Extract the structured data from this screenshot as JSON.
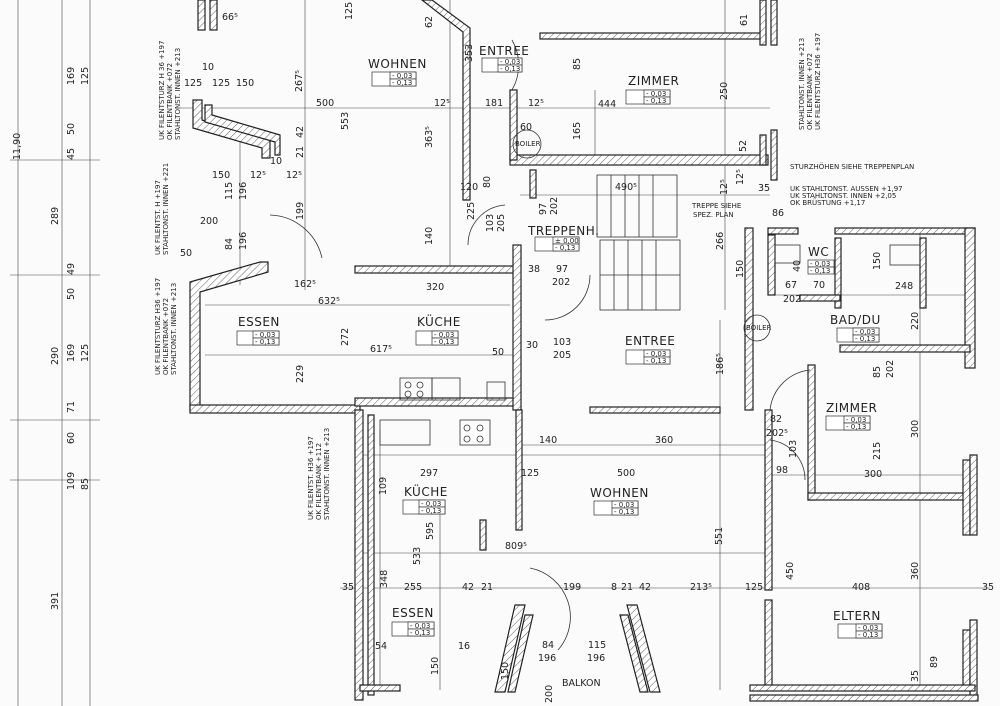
{
  "rooms": {
    "wohnen_top": "WOHNEN",
    "entree_top": "ENTREE",
    "zimmer_top": "ZIMMER",
    "treppenh": "TREPPENH.",
    "essen_left": "ESSEN",
    "kueche_left": "KÜCHE",
    "entree_mid": "ENTREE",
    "wc": "WC",
    "bad_du": "BAD/DU",
    "zimmer_right": "ZIMMER",
    "kueche_lower": "KÜCHE",
    "wohnen_lower": "WOHNEN",
    "essen_lower": "ESSEN",
    "eltern": "ELTERN",
    "balkon": "BALKON",
    "boiler1": "BOILER",
    "boiler2": "BOILER"
  },
  "levels": {
    "upper": "- 0,03",
    "lower": "- 0,13",
    "stair_upper": "± 0,00"
  },
  "notes": {
    "stair": [
      "TREPPE SIEHE",
      "SPEZ. PLAN"
    ],
    "sturz": "STURZHÖHEN SIEHE TREPPENPLAN",
    "uk_block": [
      "UK  STAHLTONST. AUSSEN +1,97",
      "UK  STAHLTONST. INNEN    +2,05",
      "OK  BRÜSTUNG                 +1,17"
    ],
    "left_top": [
      "UK FILENTSTURZ  H 36 +197",
      "OK FILENTBANK          +072",
      "STAHLTONST. INNEN       +213"
    ],
    "left_mid": [
      "UK FILENTST. H      +197",
      "STAHLTONST. INNEN +221"
    ],
    "left_low": [
      "UK FILENTSTURZ H36 +197",
      "OK FILENTBANK      +072",
      "STAHLTONST. INNEN  +213"
    ],
    "lower_kitchen": [
      "UK FILENTST. H36 +197",
      "OK FILENTBANK   +112",
      "STAHLTONST. INNEN  +213"
    ],
    "right_top": [
      "STAHLTONST. INNEN  +213",
      "OK FILENTBANK        +072",
      "UK FILENTSTURZ H36 +197"
    ]
  },
  "dimensions": {
    "left_chain": [
      "11,90",
      "289",
      "290",
      "391",
      "169",
      "125",
      "50",
      "45",
      "49",
      "50",
      "169",
      "125",
      "71",
      "60",
      "109",
      "85"
    ],
    "top": [
      "66⁵",
      "267⁵",
      "125",
      "62",
      "353",
      "85",
      "61",
      "125",
      "10",
      "125",
      "150",
      "500",
      "553",
      "12⁵",
      "181",
      "12⁵",
      "444",
      "250",
      "165",
      "363⁵",
      "60",
      "42",
      "21",
      "150",
      "12⁵",
      "10",
      "12⁵",
      "115",
      "196",
      "200",
      "84",
      "196",
      "199",
      "50",
      "120",
      "80",
      "225",
      "103",
      "205",
      "97",
      "202",
      "140",
      "490⁵",
      "266",
      "150",
      "52",
      "12⁵",
      "35",
      "86"
    ],
    "middle": [
      "162⁵",
      "320",
      "632⁵",
      "272",
      "617⁵",
      "229",
      "50",
      "38",
      "97",
      "202",
      "30",
      "103",
      "205",
      "186⁵",
      "12⁵",
      "67",
      "70",
      "202",
      "40",
      "248",
      "220",
      "150",
      "85",
      "202",
      "82",
      "202⁵",
      "103",
      "140",
      "360",
      "300",
      "215",
      "98",
      "300"
    ],
    "lower": [
      "297",
      "125",
      "500",
      "109",
      "533",
      "595",
      "551",
      "809⁵",
      "348",
      "35",
      "255",
      "42",
      "21",
      "199",
      "8",
      "21",
      "42",
      "213⁵",
      "125",
      "450",
      "408",
      "360",
      "35",
      "54",
      "150",
      "84",
      "196",
      "115",
      "196",
      "150",
      "200",
      "89",
      "35",
      "16"
    ]
  }
}
